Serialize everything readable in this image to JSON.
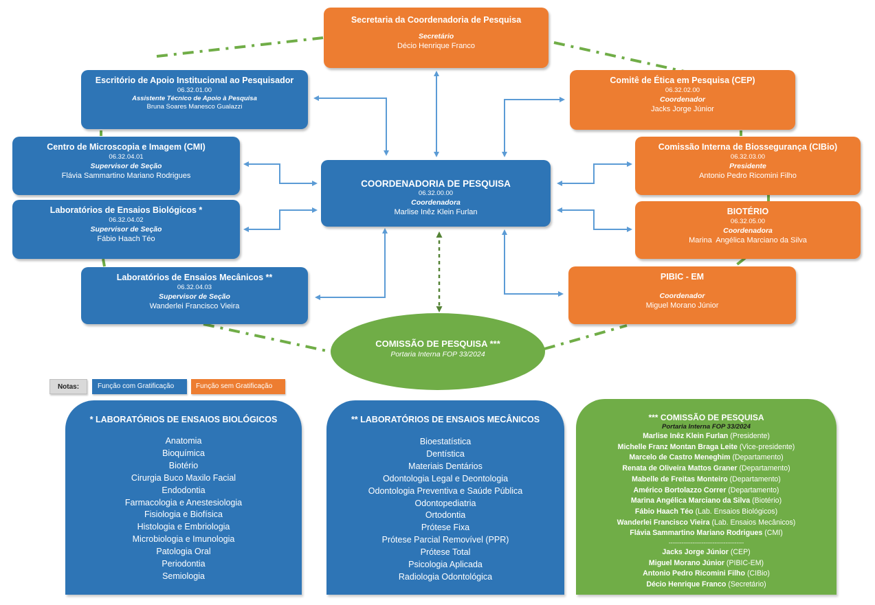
{
  "secretaria": {
    "title": "Secretaria da Coordenadoria de Pesquisa",
    "role": "Secretário",
    "person": "Décio Henrique Franco"
  },
  "escritorio": {
    "title": "Escritório de Apoio Institucional ao Pesquisador",
    "code": "06.32.01.00",
    "role": "Assistente Técnico de Apoio à Pesquisa",
    "person": "Bruna Soares Manesco Gualazzi"
  },
  "cmi": {
    "title": "Centro de Microscopia e Imagem (CMI)",
    "code": "06.32.04.01",
    "role": "Supervisor de Seção",
    "person": "Flávia Sammartino Mariano Rodrigues"
  },
  "lab_bio": {
    "title": "Laboratórios de Ensaios Biológicos *",
    "code": "06.32.04.02",
    "role": "Supervisor de Seção",
    "person": "Fábio Haach Téo"
  },
  "lab_mec": {
    "title": "Laboratórios de Ensaios Mecânicos **",
    "code": "06.32.04.03",
    "role": "Supervisor de Seção",
    "person": "Wanderlei Francisco Vieira"
  },
  "coordenadoria": {
    "title": "COORDENADORIA DE PESQUISA",
    "code": "06.32.00.00",
    "role": "Coordenadora",
    "person": "Marlise Inêz Klein Furlan"
  },
  "cep": {
    "title": "Comitê de Ética em Pesquisa (CEP)",
    "code": "06.32.02.00",
    "role": "Coordenador",
    "person": "Jacks Jorge Júnior"
  },
  "cibio": {
    "title": "Comissão Interna de Biossegurança (CIBio)",
    "code": "06.32.03.00",
    "role": "Presidente",
    "person": "Antonio Pedro Ricomini Filho"
  },
  "bioterio": {
    "title": "BIOTÉRIO",
    "code": "06.32.05.00",
    "role": "Coordenadora",
    "person": "Marina  Angélica Marciano da Silva"
  },
  "pibic": {
    "title": "PIBIC - EM",
    "role": "Coordenador",
    "person": "Miguel Morano Júnior"
  },
  "comissao": {
    "title": "COMISSÃO DE PESQUISA ***",
    "subtitle": "Portaria Interna FOP 33/2024"
  },
  "legend": {
    "notes": "Notas:",
    "with": "Função com Gratificação",
    "without": "Função sem Gratificação"
  },
  "colors": {
    "blue": "#2e75b6",
    "orange": "#ed7d31",
    "green": "#70ad47",
    "arrow": "#5b9bd5"
  },
  "bio_panel": {
    "title": "* LABORATÓRIOS DE ENSAIOS BIOLÓGICOS",
    "items": [
      "Anatomia",
      "Bioquímica",
      "Biotério",
      "Cirurgia Buco Maxilo Facial",
      "Endodontia",
      "Farmacologia e Anestesiologia",
      "Fisiologia e Biofísica",
      "Histologia e Embriologia",
      "Microbiologia e Imunologia",
      "Patologia Oral",
      "Periodontia",
      "Semiologia"
    ]
  },
  "mec_panel": {
    "title": "** LABORATÓRIOS DE ENSAIOS MECÂNICOS",
    "items": [
      "Bioestatística",
      "Dentística",
      "Materiais Dentários",
      "Odontologia Legal e Deontologia",
      "Odontologia Preventiva e Saúde Pública",
      "Odontopediatria",
      "Ortodontia",
      "Prótese Fixa",
      "Prótese Parcial Removível (PPR)",
      "Prótese Total",
      "Psicologia Aplicada",
      "Radiologia Odontológica"
    ]
  },
  "comissao_panel": {
    "title": "*** COMISSÃO DE PESQUISA",
    "subtitle": "Portaria Interna FOP 33/2024",
    "members": [
      {
        "name": "Marlise Inêz Klein Furlan",
        "role": " (Presidente)"
      },
      {
        "name": "Michelle Franz Montan Braga Leite",
        "role": " (Vice-presidente)"
      },
      {
        "name": "Marcelo de Castro Meneghim",
        "role": " (Departamento)"
      },
      {
        "name": "Renata de Oliveira Mattos Graner",
        "role": " (Departamento)"
      },
      {
        "name": "Mabelle de Freitas Monteiro",
        "role": " (Departamento)"
      },
      {
        "name": "Américo Bortolazzo Correr",
        "role": " (Departamento)"
      },
      {
        "name": "Marina Angélica Marciano da Silva",
        "role": " (Biotério)"
      },
      {
        "name": "Fábio Haach Téo",
        "role": " (Lab. Ensaios Biológicos)"
      },
      {
        "name": "Wanderlei Francisco Vieira",
        "role": " (Lab. Ensaios Mecânicos)"
      },
      {
        "name": "Flávia Sammartino Mariano Rodrigues",
        "role": " (CMI)"
      }
    ],
    "separator": "-----------------------------------------",
    "members2": [
      {
        "name": "Jacks Jorge Júnior",
        "role": " (CEP)"
      },
      {
        "name": "Miguel Morano Júnior",
        "role": " (PIBIC-EM)"
      },
      {
        "name": "Antonio Pedro Ricomini Filho",
        "role": " (CIBio)"
      },
      {
        "name": "Décio Henrique Franco",
        "role": " (Secretário)"
      }
    ]
  }
}
